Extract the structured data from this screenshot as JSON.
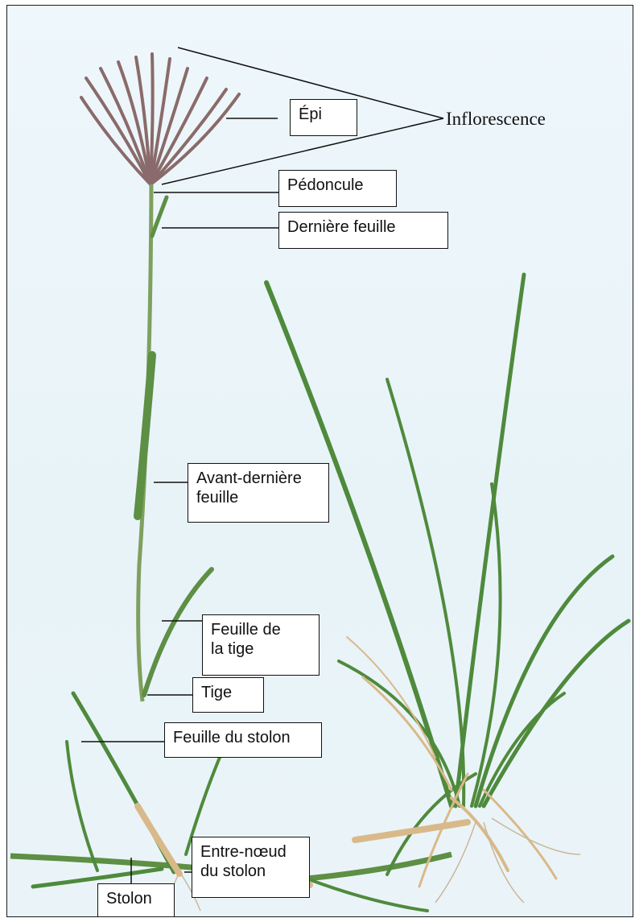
{
  "labels": {
    "epi": "Épi",
    "inflorescence": "Inflorescence",
    "pedoncule": "Pédoncule",
    "derniere_feuille": "Dernière feuille",
    "avant_derniere_1": "Avant-dernière",
    "avant_derniere_2": "feuille",
    "feuille_tige_1": "Feuille de",
    "feuille_tige_2": "la tige",
    "tige": "Tige",
    "feuille_stolon": "Feuille du stolon",
    "entre_noeud_1": "Entre-nœud",
    "entre_noeud_2": "du stolon",
    "stolon": "Stolon"
  },
  "colors": {
    "background": "#eaf4f8",
    "leaf_green": "#4f8a3c",
    "stem_green": "#7fa05e",
    "spike_purple": "#8a6a6a",
    "dry_straw": "#d9b98a"
  }
}
